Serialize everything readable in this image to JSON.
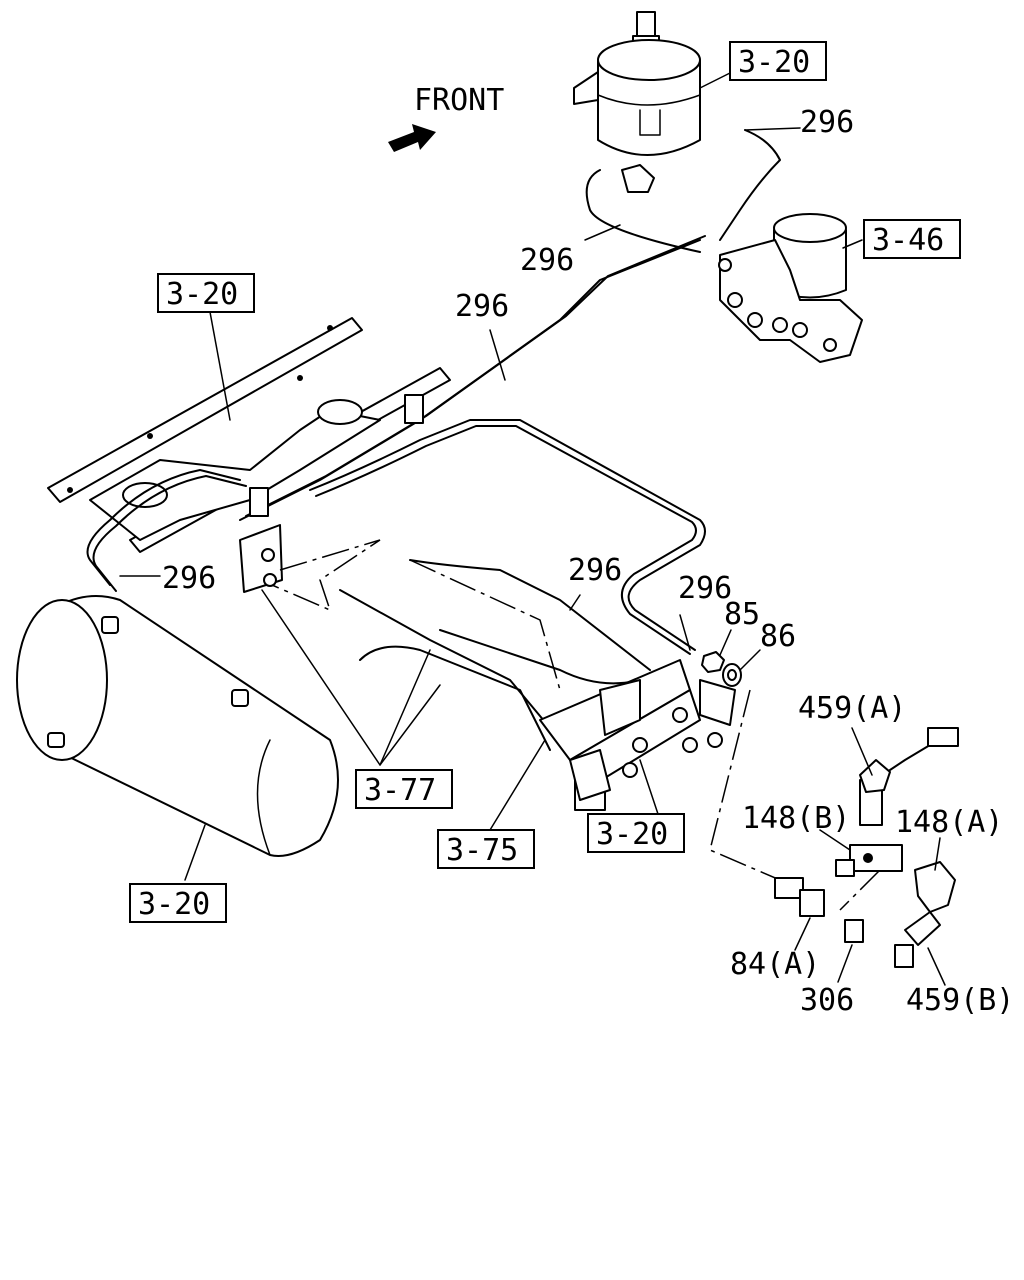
{
  "direction_label": "FRONT",
  "callouts": {
    "ref_3_20_top": "3-20",
    "ref_3_46": "3-46",
    "ref_3_20_left": "3-20",
    "ref_3_77": "3-77",
    "ref_3_75": "3-75",
    "ref_3_20_mid": "3-20",
    "ref_3_20_bottom": "3-20"
  },
  "part_numbers": {
    "p296_a": "296",
    "p296_b": "296",
    "p296_c": "296",
    "p296_d": "296",
    "p296_e": "296",
    "p296_f": "296",
    "p85": "85",
    "p86": "86",
    "p459a": "459(A)",
    "p148b": "148(B)",
    "p148a": "148(A)",
    "p84a": "84(A)",
    "p306": "306",
    "p459b": "459(B)"
  }
}
